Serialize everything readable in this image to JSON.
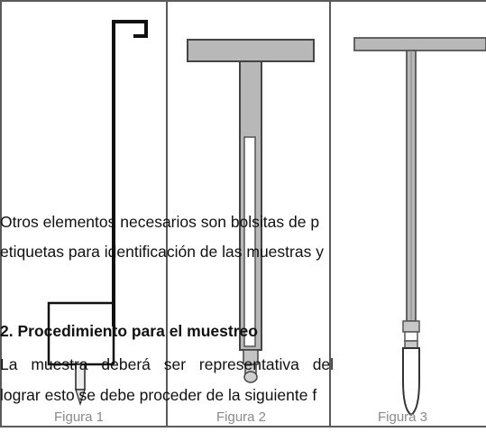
{
  "figures": [
    {
      "caption": "Figura 1"
    },
    {
      "caption": "Figura 2"
    },
    {
      "caption": "Figura 3"
    }
  ],
  "text": {
    "line1": "Otros elementos necesarios son bolsitas de p",
    "line2": "etiquetas para identificación de las muestras y",
    "heading": "2. Procedimiento para el muestreo",
    "line3": "La muestra deberá ser representativa del",
    "line4": "lograr esto se debe proceder de la siguiente f"
  }
}
